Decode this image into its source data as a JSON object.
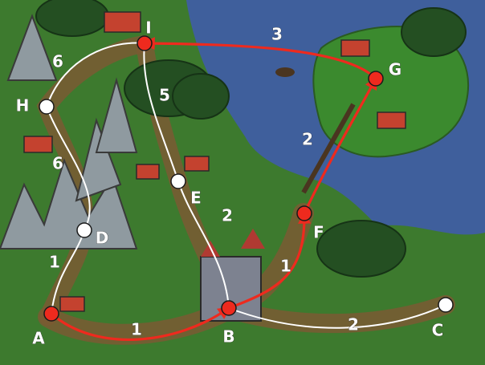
{
  "map": {
    "route_red_color": "#ee2a1e",
    "route_white_color": "#ffffff",
    "node_red_color": "#ee2a1e",
    "node_white_color": "#ffffff"
  },
  "nodes": [
    {
      "id": "A",
      "label": "A",
      "type": "red"
    },
    {
      "id": "B",
      "label": "B",
      "type": "red"
    },
    {
      "id": "C",
      "label": "C",
      "type": "white"
    },
    {
      "id": "D",
      "label": "D",
      "type": "white"
    },
    {
      "id": "E",
      "label": "E",
      "type": "white"
    },
    {
      "id": "F",
      "label": "F",
      "type": "red"
    },
    {
      "id": "G",
      "label": "G",
      "type": "red"
    },
    {
      "id": "H",
      "label": "H",
      "type": "white"
    },
    {
      "id": "I",
      "label": "I",
      "type": "red"
    }
  ],
  "edges": [
    {
      "from": "A",
      "to": "B",
      "weight": "1",
      "color": "red"
    },
    {
      "from": "B",
      "to": "F",
      "weight": "1",
      "color": "red"
    },
    {
      "from": "F",
      "to": "G",
      "weight": "2",
      "color": "red"
    },
    {
      "from": "G",
      "to": "I",
      "weight": "3",
      "color": "red"
    },
    {
      "from": "A",
      "to": "D",
      "weight": "1",
      "color": "white"
    },
    {
      "from": "B",
      "to": "C",
      "weight": "2",
      "color": "white"
    },
    {
      "from": "B",
      "to": "E",
      "weight": "2",
      "color": "white"
    },
    {
      "from": "E",
      "to": "I",
      "weight": "5",
      "color": "white"
    },
    {
      "from": "H",
      "to": "I",
      "weight": "6",
      "color": "white"
    },
    {
      "from": "H",
      "to": "D",
      "weight": "6",
      "color": "white"
    }
  ]
}
